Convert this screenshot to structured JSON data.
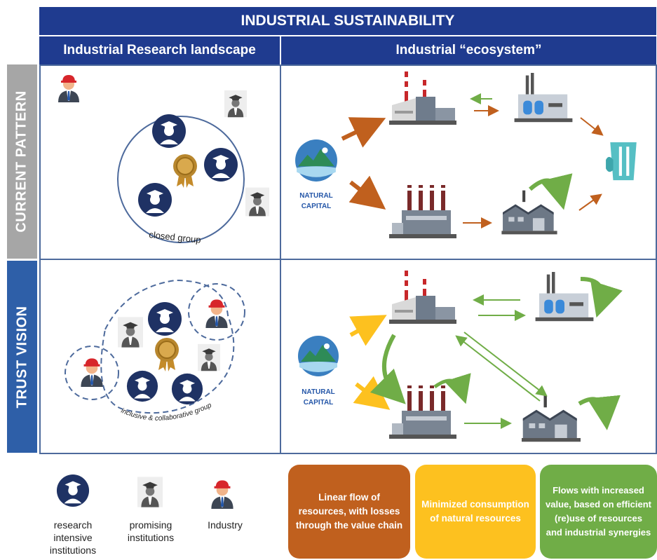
{
  "header": {
    "title": "INDUSTRIAL SUSTAINABILITY",
    "left_col": "Industrial Research landscape",
    "right_col": "Industrial “ecosystem”"
  },
  "rows": {
    "current": "CURRENT PATTERN",
    "trust": "TRUST VISION"
  },
  "labels": {
    "closed_group": "closed group",
    "inclusive_group": "inclusive & collaborative group",
    "natural_capital_1": "NATURAL",
    "natural_capital_2": "CAPITAL"
  },
  "legend": {
    "research": [
      "research",
      "intensive",
      "institutions"
    ],
    "promising": [
      "promising",
      "institutions"
    ],
    "industry": "Industry"
  },
  "boxes": [
    {
      "text": "Linear flow of resources, with losses through the value chain",
      "color": "#c0601e"
    },
    {
      "text": "Minimized consumption of natural resources",
      "color": "#fdc11f"
    },
    {
      "text": "Flows with increased value, based on efficient (re)use of resources and industrial synergies",
      "color": "#70ad47"
    }
  ],
  "colors": {
    "header_blue": "#1f3b8f",
    "sidebar_gray": "#a6a6a6",
    "sidebar_blue": "#2e5fa8",
    "arrow_brown": "#c0601e",
    "arrow_yellow": "#fdc11f",
    "arrow_green": "#70ad47"
  }
}
